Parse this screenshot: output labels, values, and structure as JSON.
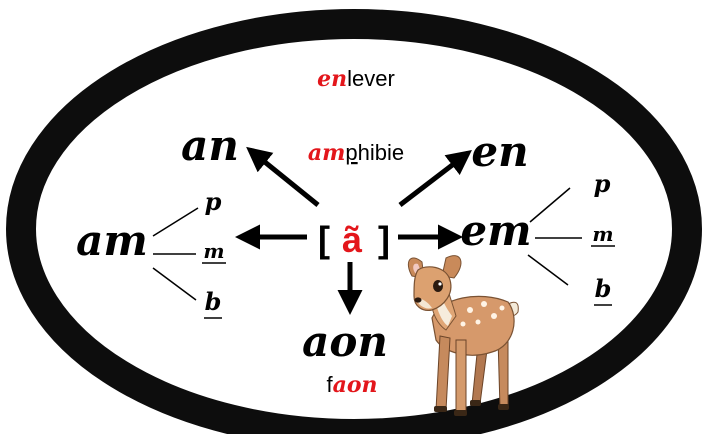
{
  "colors": {
    "ring": "#0d0d0d",
    "accent": "#e3161b",
    "text": "#000000"
  },
  "center": {
    "open": "[",
    "phoneme": "ã",
    "close": "]"
  },
  "graphemes": {
    "an": "an",
    "en": "en",
    "am": "am",
    "em": "em",
    "aon": "aon"
  },
  "examples": {
    "enlever": {
      "highlight": "en",
      "rest": "lever"
    },
    "amphibie": {
      "highlight": "am",
      "letter": "p",
      "rest": "hibie"
    },
    "faon": {
      "prefix": "f",
      "highlight": "aon"
    }
  },
  "am_branches": [
    "p",
    "m",
    "b"
  ],
  "em_branches": [
    "p",
    "m",
    "b"
  ],
  "illustration": "fawn"
}
